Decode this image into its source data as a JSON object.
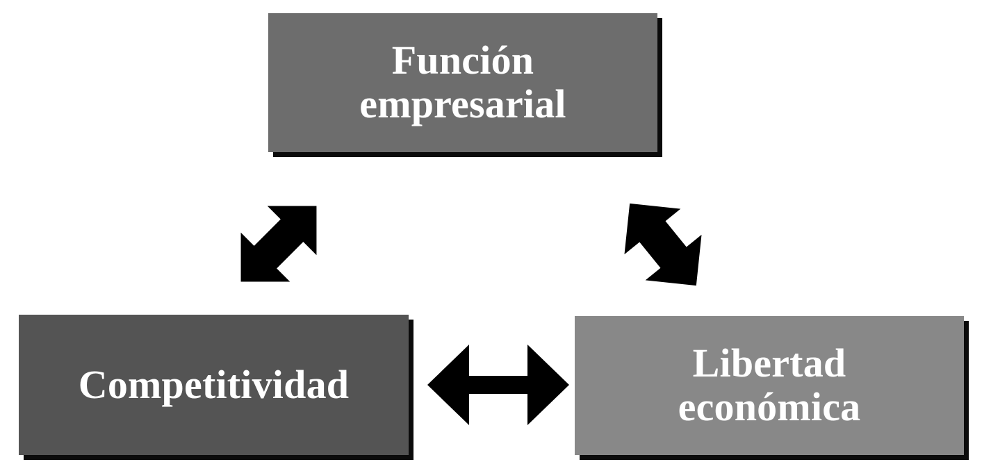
{
  "diagram": {
    "title_text_nodes": [
      {
        "id": "funcion",
        "label": "Función\nempresarial",
        "fill": "#6d6d6d",
        "text_color": "#ffffff"
      },
      {
        "id": "competitividad",
        "label": "Competitividad",
        "fill": "#545454",
        "text_color": "#ffffff"
      },
      {
        "id": "libertad",
        "label": "Libertad\neconómica",
        "fill": "#888888",
        "text_color": "#ffffff"
      }
    ],
    "connectors": [
      {
        "id": "funcion-competitividad",
        "icon": "double-headed-diagonal-arrow-up-right",
        "color": "#000000",
        "from": "Competitividad",
        "to": "Función empresarial"
      },
      {
        "id": "funcion-libertad",
        "icon": "double-headed-diagonal-arrow-up-left",
        "color": "#000000",
        "from": "Libertad económica",
        "to": "Función empresarial"
      },
      {
        "id": "competitividad-libertad",
        "icon": "double-headed-horizontal-arrow",
        "color": "#000000",
        "from": "Competitividad",
        "to": "Libertad económica"
      }
    ],
    "background": "#ffffff"
  }
}
